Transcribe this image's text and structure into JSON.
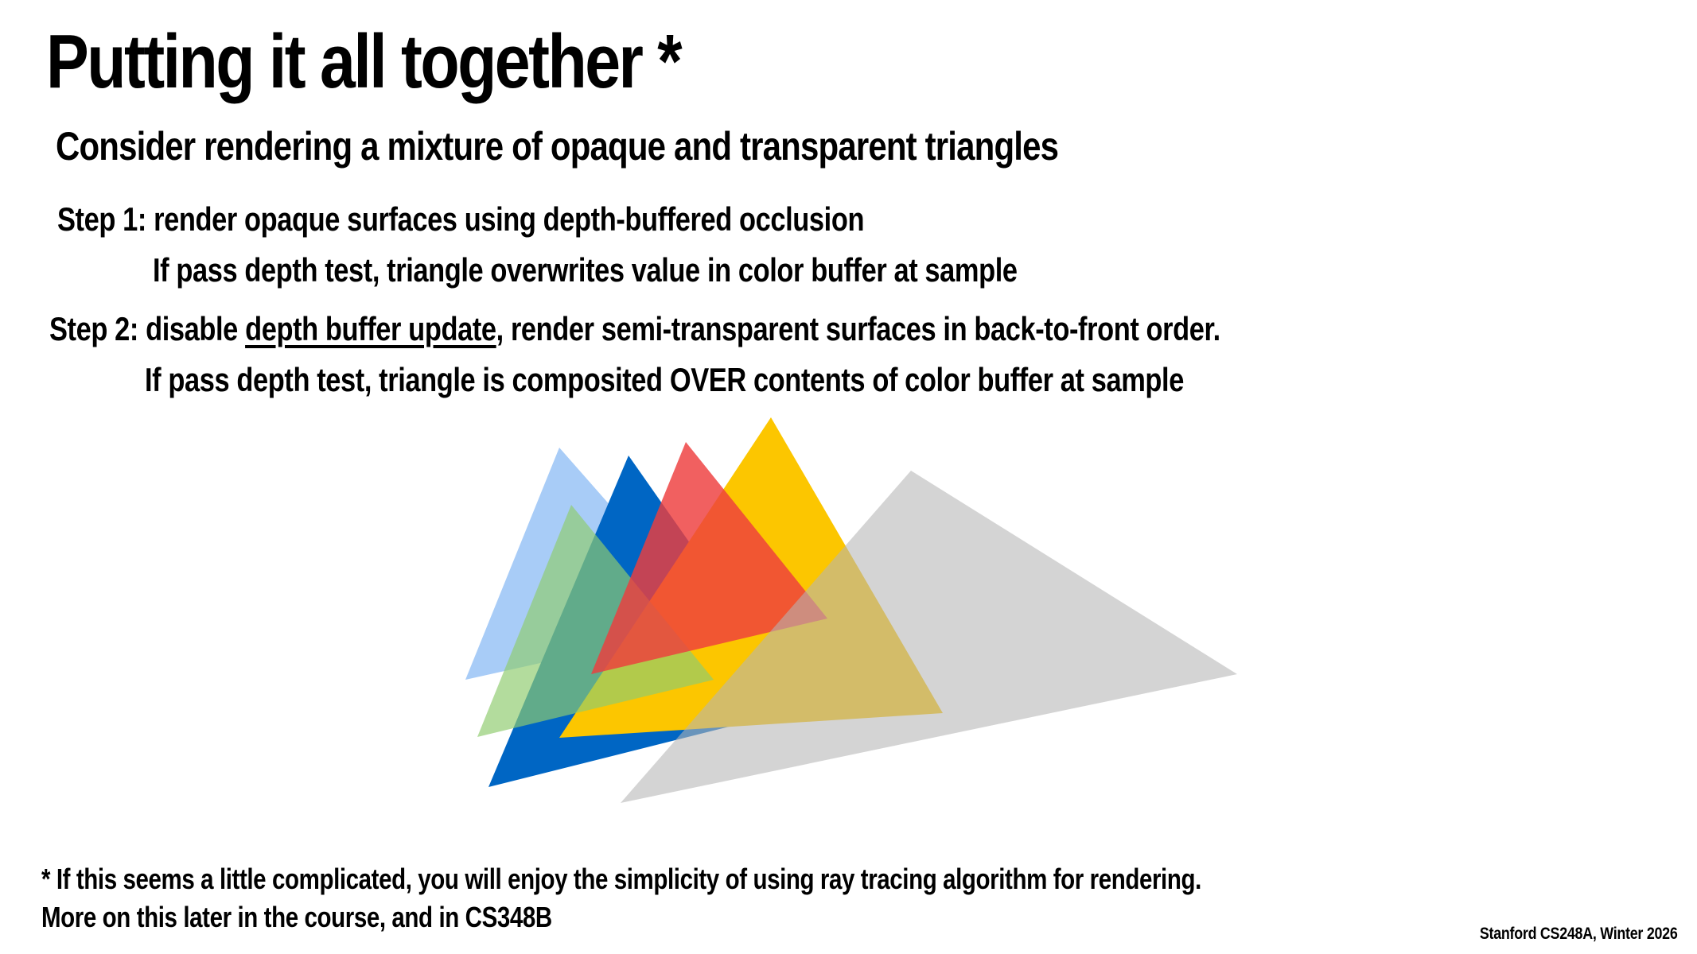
{
  "title": "Putting it all together *",
  "subtitle": "Consider rendering a mixture of opaque and transparent triangles",
  "steps": [
    {
      "label": "Step 1: render opaque surfaces using depth-buffered occlusion",
      "detail": "If pass depth test, triangle overwrites value in color buffer at sample"
    },
    {
      "prefix": "Step 2: disable ",
      "underlined": "depth buffer update",
      "suffix": ", render semi-transparent surfaces in back-to-front order.",
      "detail": "If pass depth test, triangle is composited OVER contents of color buffer at sample"
    }
  ],
  "footnote": {
    "line1": "* If this seems a little complicated, you will enjoy the simplicity of using ray tracing algorithm for rendering.",
    "line2": "More on this later in the course, and in CS348B"
  },
  "credit": "Stanford CS248A, Winter 2026",
  "triangles": [
    {
      "name": "triangle-light-blue",
      "color": "#a8ccf7",
      "opacity": 1.0
    },
    {
      "name": "triangle-dark-blue",
      "color": "#0066c4",
      "opacity": 1.0
    },
    {
      "name": "triangle-yellow",
      "color": "#fcc600",
      "opacity": 1.0
    },
    {
      "name": "triangle-light-green",
      "color": "#8fcc6f",
      "opacity": 0.68
    },
    {
      "name": "triangle-red",
      "color": "#ee3d3d",
      "opacity": 0.82
    },
    {
      "name": "triangle-gray",
      "color": "#b5b5b5",
      "opacity": 0.58
    }
  ]
}
